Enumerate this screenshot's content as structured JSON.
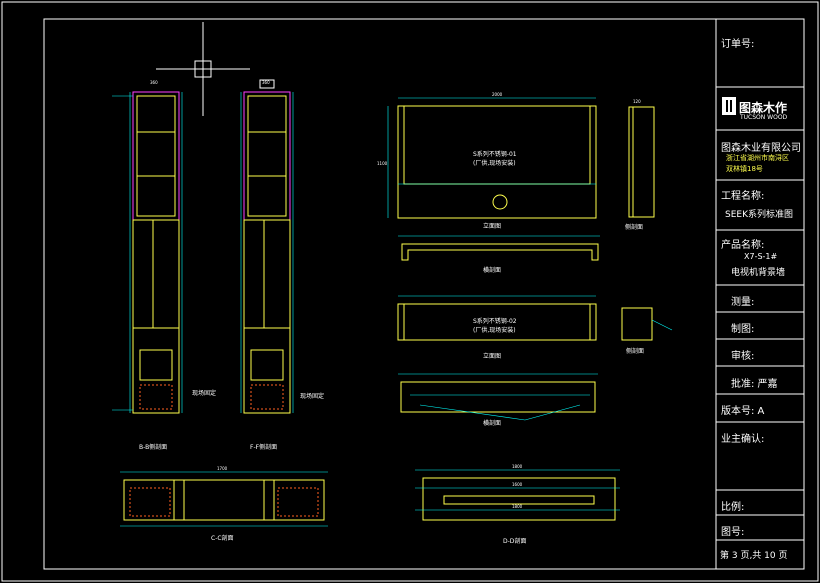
{
  "title_block": {
    "order_no": "订单号:",
    "logo_text": "图森木作",
    "logo_sub": "TUCSON WOOD",
    "company": "图森木业有限公司",
    "address_1": "浙江省湖州市南浔区",
    "address_2": "双林镇18号",
    "project_label": "工程名称:",
    "project_value": "SEEK系列标准图",
    "product_label": "产品名称:",
    "product_code": "X7-S-1#",
    "product_value": "电视机背景墙",
    "survey": "测量:",
    "draw": "制图:",
    "review": "审核:",
    "approve": "批准: 严嘉",
    "version": "版本号:   A",
    "owner": "业主确认:",
    "scale": "比例:",
    "drawing_no": "图号:",
    "page": "第 3 页,共 10 页"
  },
  "views": {
    "bb": "B-B侧剖面",
    "ff": "F-F侧剖面",
    "cc": "C-C剖面",
    "dd": "D-D剖面",
    "elev1": "立面图",
    "elev2": "立面图",
    "side1": "侧剖面",
    "side2": "侧剖面",
    "top1": "横剖面",
    "top2": "横剖面",
    "note1a": "S系列不锈钢-01",
    "note1b": "(厂供,现场安装)",
    "note2a": "S系列不锈钢-02",
    "note2b": "(厂供,现场安装)",
    "fix1": "现场固定",
    "fix2": "现场固定"
  },
  "dims": {
    "d_top_bb": "360",
    "d_top_ff": "360",
    "d_elev_w": "2000",
    "d_elev_h": "1100",
    "d_cc_w": "1700",
    "d_dd_w": "1800",
    "d_dd_a": "1600",
    "d_dd_b": "1800",
    "d_small": "120"
  }
}
